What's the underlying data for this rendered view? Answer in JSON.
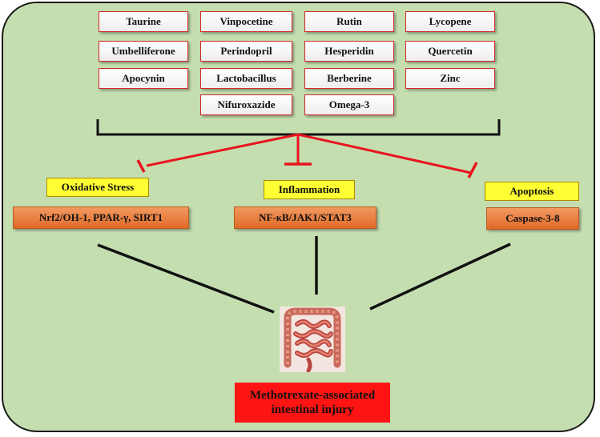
{
  "drugs": [
    {
      "name": "Taurine"
    },
    {
      "name": "Vinpocetine"
    },
    {
      "name": "Rutin"
    },
    {
      "name": "Lycopene"
    },
    {
      "name": "Umbelliferone"
    },
    {
      "name": "Perindopril"
    },
    {
      "name": "Hesperidin"
    },
    {
      "name": "Quercetin"
    },
    {
      "name": "Apocynin"
    },
    {
      "name": "Lactobacillus"
    },
    {
      "name": "Berberine"
    },
    {
      "name": "Zinc"
    },
    {
      "name": "Nifuroxazide"
    },
    {
      "name": "Omega-3"
    }
  ],
  "pathways": [
    {
      "label": "Oxidative Stress",
      "markers": "Nrf2/OH-1, PPAR-γ, SIRT1"
    },
    {
      "label": "Inflammation",
      "markers": "NF-κB/JAK1/STAT3"
    },
    {
      "label": "Apoptosis",
      "markers": "Caspase-3-8"
    }
  ],
  "outcome": {
    "line1": "Methotrexate-associated",
    "line2": "intestinal injury"
  },
  "colors": {
    "background": "#c5deb0",
    "inhibition": "#e8141e",
    "bracket": "#111111",
    "label_yellow": "#ffff33",
    "label_orange": "#e8793a",
    "outcome": "#ff1414"
  },
  "icons": {
    "intestine": "intestine-illustration"
  }
}
